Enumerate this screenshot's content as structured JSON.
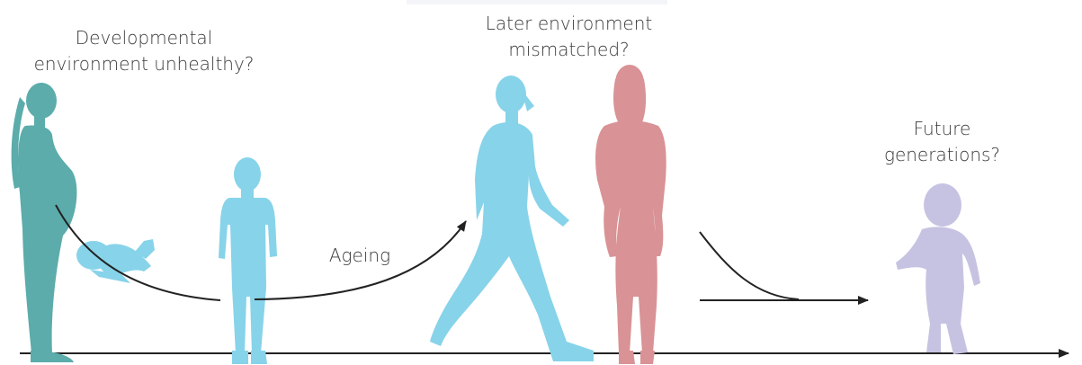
{
  "labels": {
    "developmental": "Developmental\nenvironment unhealthy?",
    "later": "Later environment\nmismatched?",
    "future": "Future\ngenerations?",
    "ageing": "Ageing"
  },
  "colors": {
    "mother": "#5bacab",
    "infant": "#87d3e9",
    "child": "#87d3e9",
    "man": "#87d3e9",
    "woman": "#d99295",
    "baby": "#c6c3e2",
    "arrows": "#222222"
  }
}
